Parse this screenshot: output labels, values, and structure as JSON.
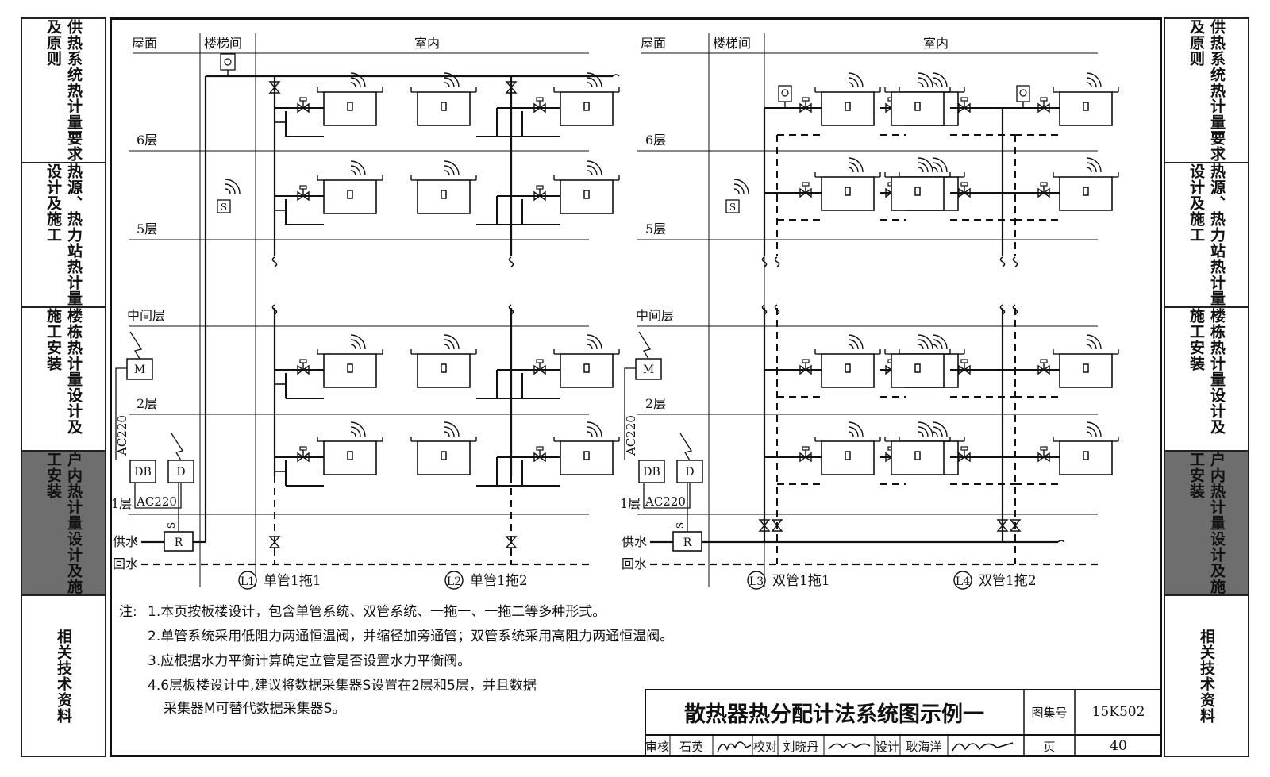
{
  "sidebar_left": [
    {
      "line1": "供热系统热计",
      "line2": "量要求及原则",
      "active": false
    },
    {
      "line1": "热源、热力站热",
      "line2": "计量设计及施工",
      "active": false
    },
    {
      "line1": "楼栋热计量设",
      "line2": "计及施工安装",
      "active": false
    },
    {
      "line1": "户内热计量设",
      "line2": "计及施工安装",
      "active": true
    },
    {
      "line1": "相关技术资料",
      "line2": "",
      "active": false
    }
  ],
  "sidebar_right": [
    {
      "line1": "供热系统热计",
      "line2": "量要求及原则",
      "active": false
    },
    {
      "line1": "热源、热力站热",
      "line2": "计量设计及施工",
      "active": false
    },
    {
      "line1": "楼栋热计量设",
      "line2": "计及施工安装",
      "active": false
    },
    {
      "line1": "户内热计量设",
      "line2": "计及施工安装",
      "active": true
    },
    {
      "line1": "相关技术资料",
      "line2": "",
      "active": false
    }
  ],
  "diagram": {
    "left": {
      "col_roof": "屋面",
      "col_stair": "楼梯间",
      "col_indoor": "室内",
      "floor_6": "6层",
      "floor_5": "5层",
      "floor_mid": "中间层",
      "floor_2": "2层",
      "floor_1": "1层",
      "power_1": "AC220",
      "power_2": "AC220",
      "meter_M": "M",
      "meter_DB": "DB",
      "meter_D": "D",
      "meter_R": "R",
      "sensor_S": "S",
      "sensor_S2": "S",
      "supply": "供水",
      "return": "回水",
      "sys_a_id": "L1",
      "sys_a_name": "单管1拖1",
      "sys_b_id": "L2",
      "sys_b_name": "单管1拖2"
    },
    "right": {
      "col_roof": "屋面",
      "col_stair": "楼梯间",
      "col_indoor": "室内",
      "floor_6": "6层",
      "floor_5": "5层",
      "floor_mid": "中间层",
      "floor_2": "2层",
      "floor_1": "1层",
      "power_1": "AC220",
      "power_2": "AC220",
      "meter_M": "M",
      "meter_DB": "DB",
      "meter_D": "D",
      "meter_R": "R",
      "sensor_S": "S",
      "sensor_S2": "S",
      "supply": "供水",
      "return": "回水",
      "sys_a_id": "L3",
      "sys_a_name": "双管1拖1",
      "sys_b_id": "L4",
      "sys_b_name": "双管1拖2"
    }
  },
  "notes": {
    "label": "注:",
    "n1": "1.本页按板楼设计，包含单管系统、双管系统、一拖一、一拖二等多种形式。",
    "n2": "2.单管系统采用低阻力两通恒温阀，并缩径加旁通管；双管系统采用高阻力两通恒温阀。",
    "n3": "3.应根据水力平衡计算确定立管是否设置水力平衡阀。",
    "n4a": "4.6层板楼设计中,建议将数据采集器S设置在2层和5层，并且数据",
    "n4b": "采集器M可替代数据采集器S。"
  },
  "title_block": {
    "title": "散热器热分配计法系统图示例一",
    "atlas_label": "图集号",
    "atlas_no": "15K502",
    "review_label": "审核",
    "review_name": "石英",
    "check_label": "校对",
    "check_name": "刘晓丹",
    "design_label": "设计",
    "design_name": "耿海洋",
    "page_label": "页",
    "page_no": "40"
  }
}
